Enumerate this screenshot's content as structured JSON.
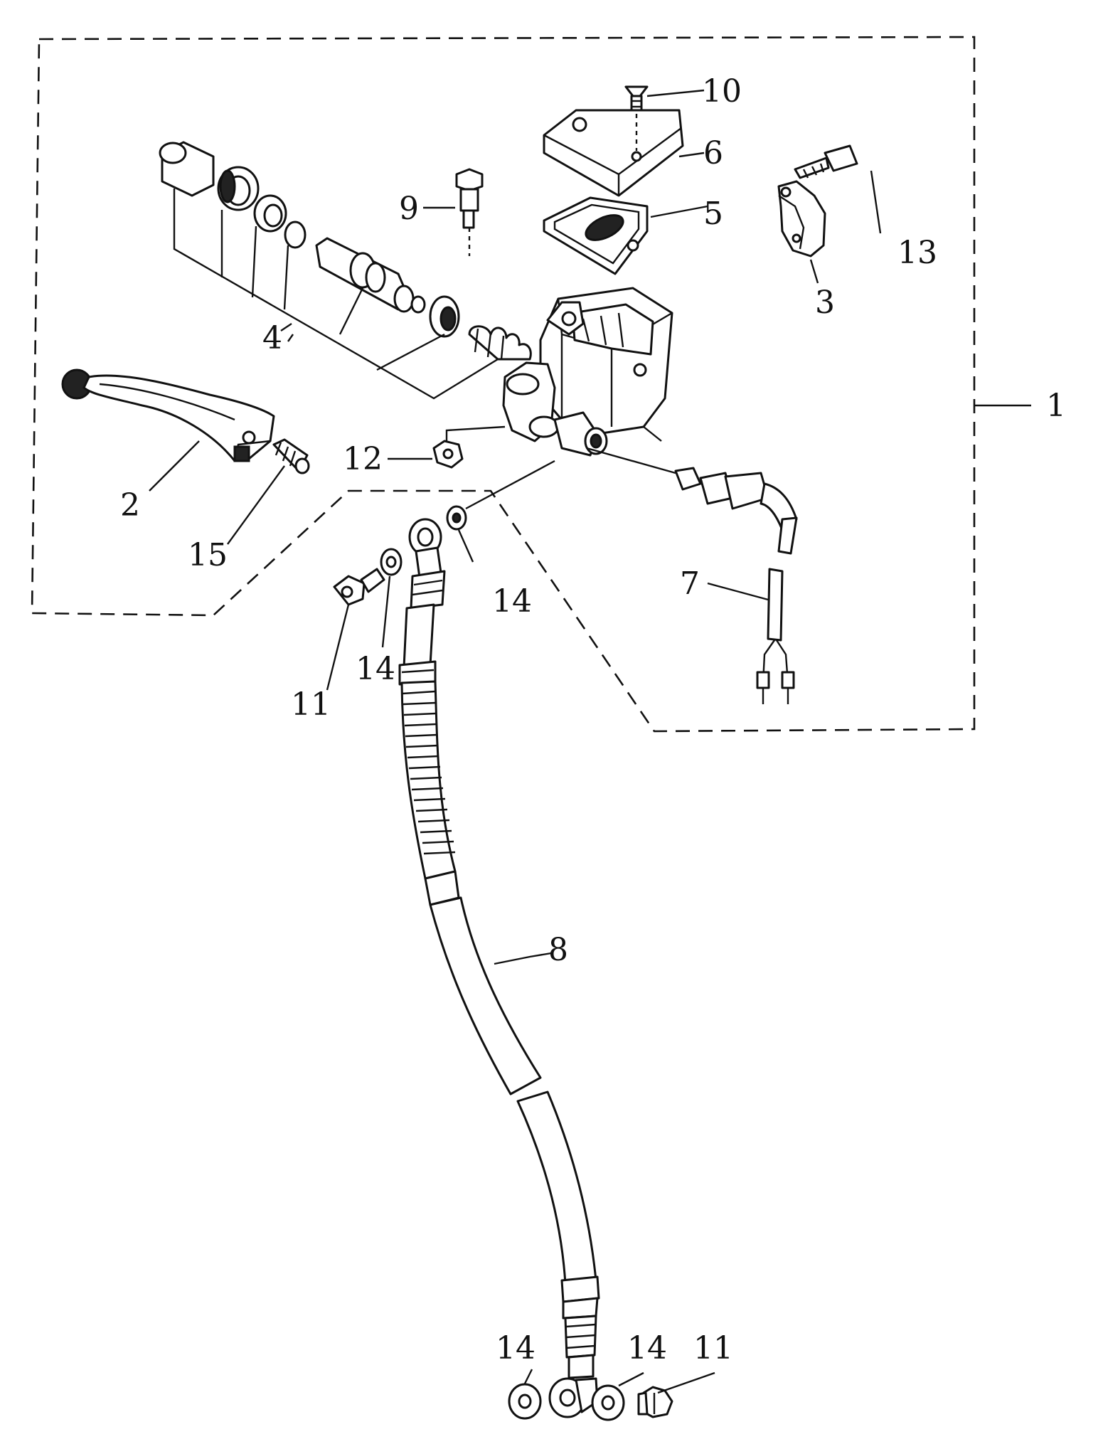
{
  "callouts": {
    "c1": "1",
    "c2": "2",
    "c3": "3",
    "c4": "4",
    "c5": "5",
    "c6": "6",
    "c7": "7",
    "c8": "8",
    "c9": "9",
    "c10": "10",
    "c11a": "11",
    "c11b": "11",
    "c12": "12",
    "c13": "13",
    "c14a": "14",
    "c14b": "14",
    "c14c": "14",
    "c14d": "14",
    "c15": "15"
  }
}
